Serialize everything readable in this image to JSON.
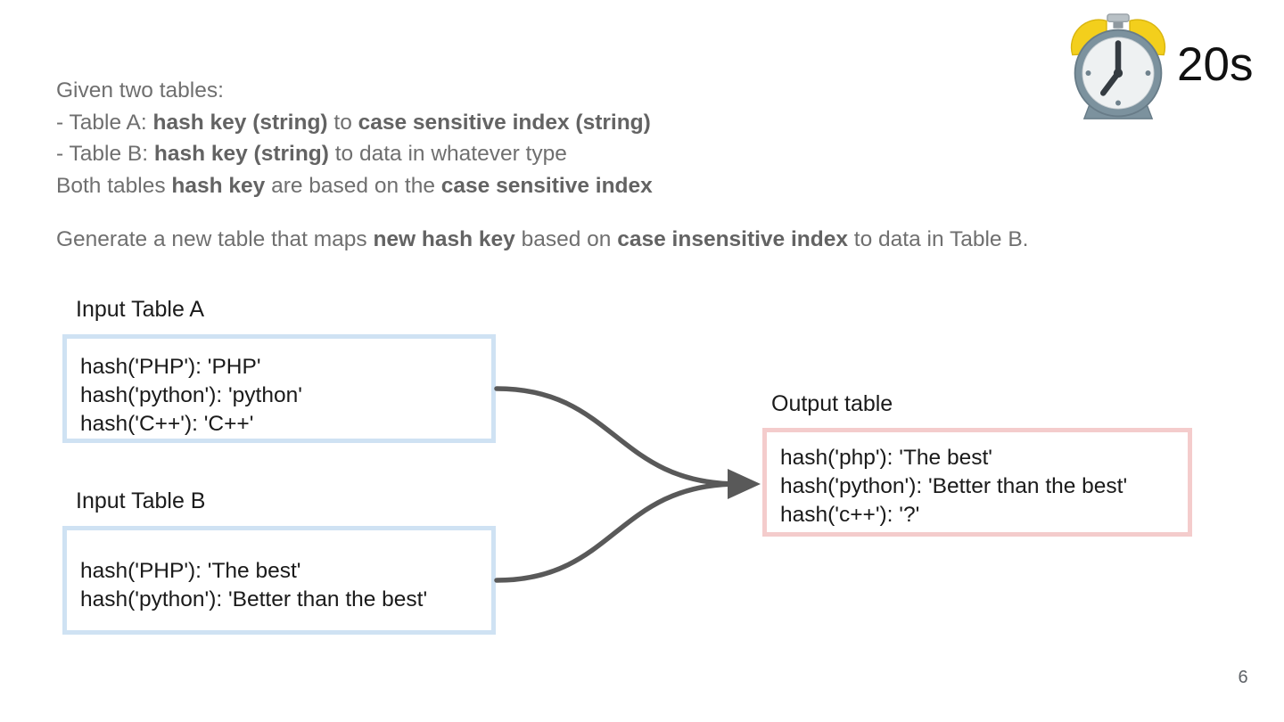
{
  "colors": {
    "body_text": "#6f6f6f",
    "code_text": "#1a1a1a",
    "arrow": "#595959",
    "input_box_border": "#cfe2f3",
    "output_box_border": "#f4cccc",
    "page_number_color": "#5f6368",
    "clock_body": "#7c929e",
    "clock_bell_yellow": "#f3cf1c"
  },
  "timer": {
    "value": "20s",
    "icon": "alarm-clock-icon"
  },
  "intro": {
    "lines": [
      {
        "segments": [
          {
            "t": "Given two tables:",
            "b": false
          }
        ]
      },
      {
        "segments": [
          {
            "t": "- Table A: ",
            "b": false
          },
          {
            "t": "hash key (string)",
            "b": true
          },
          {
            "t": " to ",
            "b": false
          },
          {
            "t": "case sensitive index (string)",
            "b": true
          }
        ]
      },
      {
        "segments": [
          {
            "t": "- Table B: ",
            "b": false
          },
          {
            "t": "hash key (string)",
            "b": true
          },
          {
            "t": " to data in whatever type",
            "b": false
          }
        ]
      },
      {
        "segments": [
          {
            "t": "Both tables ",
            "b": false
          },
          {
            "t": "hash key",
            "b": true
          },
          {
            "t": " are based on the ",
            "b": false
          },
          {
            "t": "case sensitive index",
            "b": true
          }
        ]
      }
    ]
  },
  "task": {
    "segments": [
      {
        "t": "Generate a new table that maps ",
        "b": false
      },
      {
        "t": "new hash key",
        "b": true
      },
      {
        "t": " based on ",
        "b": false
      },
      {
        "t": "case insensitive index",
        "b": true
      },
      {
        "t": " to data in Table B.",
        "b": false
      }
    ]
  },
  "tables": {
    "input_a": {
      "label": "Input Table A",
      "rows": [
        "hash('PHP'): 'PHP'",
        "hash('python'): 'python'",
        "hash('C++'): 'C++'"
      ]
    },
    "input_b": {
      "label": "Input Table B",
      "rows": [
        "hash('PHP'): 'The best'",
        "hash('python'): 'Better than the best'"
      ]
    },
    "output": {
      "label": "Output table",
      "rows": [
        "hash('php'): 'The best'",
        "hash('python'): 'Better than the best'",
        "hash('c++'): '?'"
      ]
    }
  },
  "page_number": "6"
}
